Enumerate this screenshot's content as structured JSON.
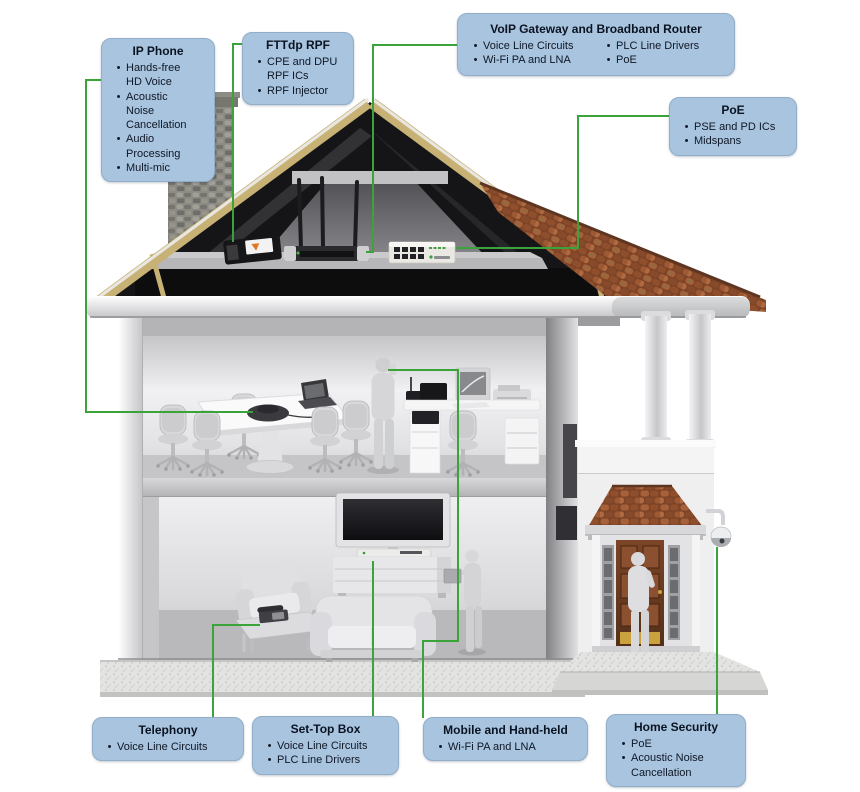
{
  "colors": {
    "callout_bg": "#a9c4de",
    "callout_border": "#92adc8",
    "connector_green": "#3aa43a",
    "title_text": "#0a1322",
    "body_text": "#0e1726"
  },
  "callouts": {
    "ip_phone": {
      "title": "IP Phone",
      "items": [
        "Hands-free HD Voice",
        "Acoustic Noise Cancellation",
        "Audio Processing",
        "Multi-mic"
      ]
    },
    "fttdp_rpf": {
      "title": "FTTdp RPF",
      "items": [
        "CPE and DPU RPF ICs",
        "RPF Injector"
      ]
    },
    "voip_gateway": {
      "title": "VoIP Gateway and Broadband Router",
      "items_col1": [
        "Voice Line Circuits",
        "Wi-Fi PA and LNA"
      ],
      "items_col2": [
        "PLC Line Drivers",
        "PoE"
      ]
    },
    "poe": {
      "title": "PoE",
      "items": [
        "PSE and PD ICs",
        "Midspans"
      ]
    },
    "telephony": {
      "title": "Telephony",
      "items": [
        "Voice Line Circuits"
      ]
    },
    "set_top_box": {
      "title": "Set-Top Box",
      "items": [
        "Voice Line Circuits",
        "PLC Line Drivers"
      ]
    },
    "mobile_handheld": {
      "title": "Mobile and Hand-held",
      "items": [
        "Wi-Fi PA and LNA"
      ]
    },
    "home_security": {
      "title": "Home Security",
      "items": [
        "PoE",
        "Acoustic Noise Cancellation"
      ]
    }
  },
  "connections": [
    {
      "from": "IP Phone",
      "to": "conference-phone"
    },
    {
      "from": "FTTdp RPF",
      "to": "dpu-device"
    },
    {
      "from": "VoIP Gateway and Broadband Router",
      "to": "wifi-router"
    },
    {
      "from": "PoE",
      "to": "poe-switch"
    },
    {
      "from": "Telephony",
      "to": "telephone"
    },
    {
      "from": "Set-Top Box",
      "to": "set-top-box-device"
    },
    {
      "from": "Mobile and Hand-held",
      "to": "person-with-tablet"
    },
    {
      "from": "Home Security",
      "to": "security-camera"
    }
  ]
}
